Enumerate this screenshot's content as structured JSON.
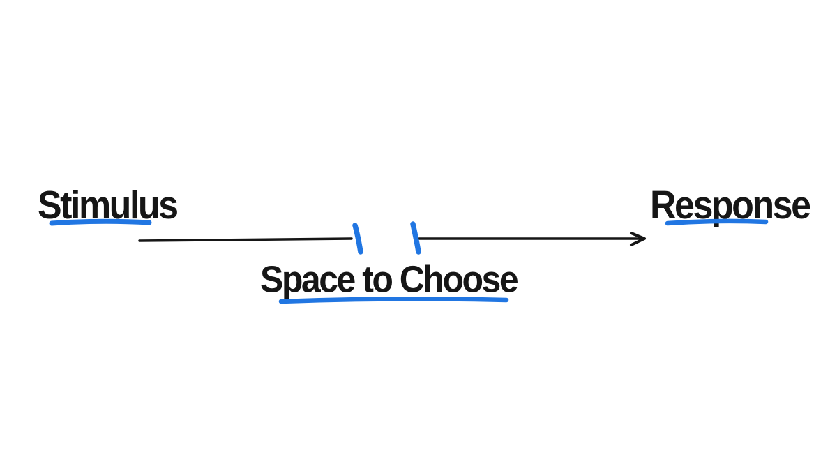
{
  "labels": {
    "stimulus": "Stimulus",
    "space_to_choose": "Space to Choose",
    "response": "Response"
  },
  "diagram": {
    "type": "flow",
    "arrow_from": "Stimulus",
    "arrow_to": "Response",
    "gap_label": "Space to Choose"
  },
  "colors": {
    "ink": "#161616",
    "highlight_blue": "#2176e2",
    "background": "#ffffff"
  }
}
